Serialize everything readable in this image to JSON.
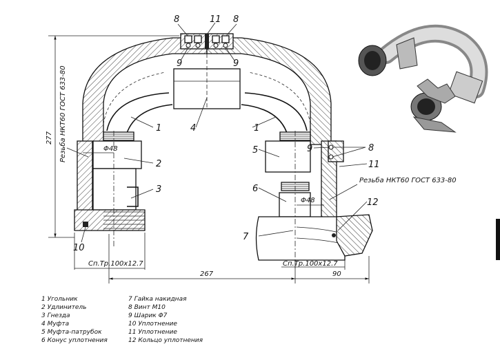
{
  "callouts": {
    "c1_left": "1",
    "c1_right": "1",
    "c2": "2",
    "c3": "3",
    "c4": "4",
    "c5": "5",
    "c6": "6",
    "c7": "7",
    "c8_top_left": "8",
    "c8_top_right": "8",
    "c8_right": "8",
    "c9_top_left": "9",
    "c9_top_right": "9",
    "c9_right": "9",
    "c10": "10",
    "c11_top": "11",
    "c11_right": "11",
    "c12": "12"
  },
  "dimensions": {
    "height": "277",
    "width": "267",
    "offset": "90",
    "bore_left": "Φ48",
    "bore_right": "Φ48",
    "thread_left": "Сп.Тр.100х12.7",
    "thread_right": "Сп.Тр.100х12.7"
  },
  "notes": {
    "thread_left": "Резьба НКТ60 ГОСТ 633-80",
    "thread_right": "Резьба НКТ60 ГОСТ 633-80"
  },
  "legend": {
    "col1": [
      "1 Угольник",
      "2 Удлинитель",
      "3 Гнезда",
      "4 Муфта",
      "5 Муфта-патрубок",
      "6 Конус уплотнения"
    ],
    "col2": [
      "7 Гайка накидная",
      "8 Винт М10",
      "9 Шарик Φ7",
      "10 Уплотнение",
      "11 Уплотнение",
      "12 Кольцо уплотнения"
    ]
  }
}
